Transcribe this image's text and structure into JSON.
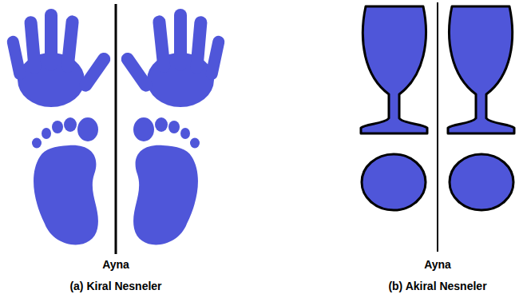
{
  "diagram": {
    "labels": [
      "Ayna",
      "(a) Kiral Nesneler",
      "Ayna",
      "(b) Akiral Nesneler"
    ]
  }
}
